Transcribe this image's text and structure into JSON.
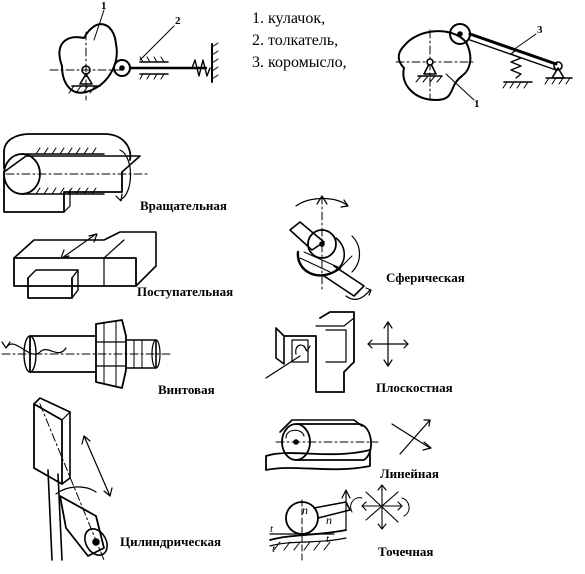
{
  "legend": {
    "items": [
      "1. кулачок,",
      "2. толкатель,",
      "3. коромысло,"
    ]
  },
  "callouts": {
    "left_cam": "1",
    "left_follower": "2",
    "right_rocker": "3",
    "right_cam": "1"
  },
  "joints": {
    "rotational": "Вращательная",
    "prismatic": "Поступательная",
    "screw": "Винтовая",
    "cylindrical": "Цилиндрическая",
    "spherical": "Сферическая",
    "planar": "Плоскостная",
    "linear": "Линейная",
    "point": "Точечная"
  },
  "point_contact_marks": {
    "normal": "n",
    "tangent": "t"
  }
}
